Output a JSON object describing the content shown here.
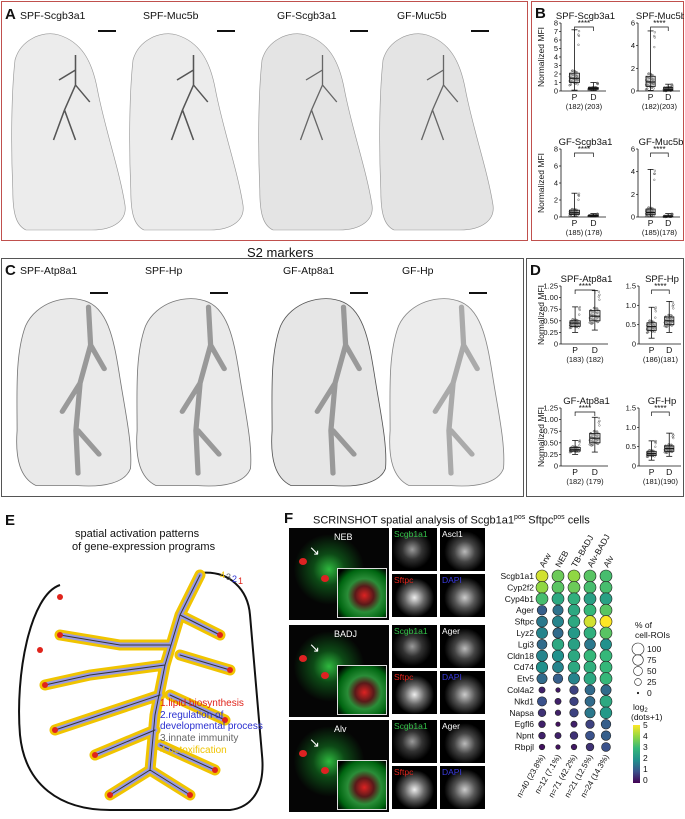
{
  "panelA": {
    "letter": "A",
    "labels": [
      "SPF-Scgb3a1",
      "SPF-Muc5b",
      "GF-Scgb3a1",
      "GF-Muc5b"
    ]
  },
  "panelB": {
    "letter": "B",
    "ylabel": "Normalized MFI",
    "sig": "****",
    "plots": [
      {
        "title": "SPF-Scgb3a1",
        "yticks": [
          "0",
          "1",
          "2",
          "3",
          "4",
          "5",
          "6",
          "7",
          "8"
        ],
        "ymax": 8,
        "cats": [
          "P",
          "D"
        ],
        "n": [
          "(182)",
          "(203)"
        ],
        "median": [
          1.5,
          0.3
        ],
        "q1": [
          1.0,
          0.2
        ],
        "q3": [
          2.1,
          0.4
        ],
        "whiskerLow": [
          0.1,
          0.05
        ],
        "whiskerHigh": [
          7.2,
          1.0
        ]
      },
      {
        "title": "SPF-Muc5b",
        "yticks": [
          "0",
          "2",
          "4",
          "6"
        ],
        "ymax": 6,
        "cats": [
          "P",
          "D"
        ],
        "n": [
          "(182)",
          "(203)"
        ],
        "median": [
          0.8,
          0.15
        ],
        "q1": [
          0.4,
          0.05
        ],
        "q3": [
          1.3,
          0.3
        ],
        "whiskerLow": [
          0.05,
          0.0
        ],
        "whiskerHigh": [
          5.3,
          0.6
        ]
      },
      {
        "title": "GF-Scgb3a1",
        "yticks": [
          "0",
          "2",
          "4",
          "6",
          "8"
        ],
        "ymax": 8,
        "cats": [
          "P",
          "D"
        ],
        "n": [
          "(185)",
          "(178)"
        ],
        "median": [
          0.5,
          0.15
        ],
        "q1": [
          0.3,
          0.1
        ],
        "q3": [
          0.8,
          0.2
        ],
        "whiskerLow": [
          0.05,
          0.02
        ],
        "whiskerHigh": [
          2.8,
          0.4
        ]
      },
      {
        "title": "GF-Muc5b",
        "yticks": [
          "0",
          "2",
          "4",
          "6"
        ],
        "ymax": 6,
        "cats": [
          "P",
          "D"
        ],
        "n": [
          "(185)",
          "(178)"
        ],
        "median": [
          0.4,
          0.05
        ],
        "q1": [
          0.2,
          0.02
        ],
        "q3": [
          0.7,
          0.1
        ],
        "whiskerLow": [
          0.02,
          0.0
        ],
        "whiskerHigh": [
          4.2,
          0.3
        ]
      }
    ]
  },
  "s2title": "S2 markers",
  "panelC": {
    "letter": "C",
    "labels": [
      "SPF-Atp8a1",
      "SPF-Hp",
      "GF-Atp8a1",
      "GF-Hp"
    ]
  },
  "panelD": {
    "letter": "D",
    "ylabel": "Normalized MFI",
    "sig": "****",
    "plots": [
      {
        "title": "SPF-Atp8a1",
        "yticks": [
          "0",
          "0.25",
          "0.50",
          "0.75",
          "1.00",
          "1.25"
        ],
        "ymax": 1.25,
        "cats": [
          "P",
          "D"
        ],
        "n": [
          "(183)",
          "(182)"
        ],
        "median": [
          0.45,
          0.6
        ],
        "q1": [
          0.38,
          0.5
        ],
        "q3": [
          0.5,
          0.72
        ],
        "whiskerLow": [
          0.25,
          0.3
        ],
        "whiskerHigh": [
          0.8,
          1.15
        ]
      },
      {
        "title": "SPF-Hp",
        "yticks": [
          "0",
          "0.5",
          "1.0",
          "1.5"
        ],
        "ymax": 1.5,
        "cats": [
          "P",
          "D"
        ],
        "n": [
          "(186)",
          "(181)"
        ],
        "median": [
          0.45,
          0.6
        ],
        "q1": [
          0.35,
          0.5
        ],
        "q3": [
          0.55,
          0.7
        ],
        "whiskerLow": [
          0.15,
          0.3
        ],
        "whiskerHigh": [
          0.95,
          1.1
        ]
      },
      {
        "title": "GF-Atp8a1",
        "yticks": [
          "0",
          "0.25",
          "0.50",
          "0.75",
          "1.00",
          "1.25"
        ],
        "ymax": 1.25,
        "cats": [
          "P",
          "D"
        ],
        "n": [
          "(182)",
          "(179)"
        ],
        "median": [
          0.35,
          0.6
        ],
        "q1": [
          0.32,
          0.5
        ],
        "q3": [
          0.4,
          0.7
        ],
        "whiskerLow": [
          0.25,
          0.3
        ],
        "whiskerHigh": [
          0.55,
          1.05
        ]
      },
      {
        "title": "GF-Hp",
        "yticks": [
          "0",
          "0.5",
          "1.0",
          "1.5"
        ],
        "ymax": 1.5,
        "cats": [
          "P",
          "D"
        ],
        "n": [
          "(181)",
          "(190)"
        ],
        "median": [
          0.32,
          0.45
        ],
        "q1": [
          0.27,
          0.38
        ],
        "q3": [
          0.38,
          0.52
        ],
        "whiskerLow": [
          0.15,
          0.25
        ],
        "whiskerHigh": [
          0.65,
          0.85
        ]
      }
    ]
  },
  "panelE": {
    "letter": "E",
    "title1": "spatial activation patterns",
    "title2": "of gene-expression programs",
    "numbers": [
      "4",
      "3",
      "2",
      "1"
    ],
    "legend": [
      {
        "text": "1.lipid biosynthesis",
        "color": "#e0241b"
      },
      {
        "text": "2.regulation of",
        "color": "#2a2fd0"
      },
      {
        "text": "developmental process",
        "color": "#2a2fd0"
      },
      {
        "text": "3.innate immunity",
        "color": "#666666"
      },
      {
        "text": "4.detoxification",
        "color": "#f0c400"
      }
    ]
  },
  "panelF": {
    "letter": "F",
    "title": "SCRINSHOT spatial analysis of Scgb1a1",
    "pos": "pos",
    "titleMid": " Sftpc",
    "titleEnd": " cells",
    "rows": [
      {
        "region": "NEB",
        "c1": "Scgb1a1",
        "c2": "Ascl1",
        "c3": "Sftpc",
        "c4": "DAPI"
      },
      {
        "region": "BADJ",
        "c1": "Scgb1a1",
        "c2": "Ager",
        "c3": "Sftpc",
        "c4": "DAPI"
      },
      {
        "region": "Alv",
        "c1": "Scgb1a1",
        "c2": "Ager",
        "c3": "Sftpc",
        "c4": "DAPI"
      }
    ],
    "dot": {
      "columns": [
        "Arw",
        "NEB",
        "TB-BADJ",
        "Alv-BADJ",
        "Alv"
      ],
      "genes": [
        "Scgb1a1",
        "Cyp2f2",
        "Cyp4b1",
        "Ager",
        "Sftpc",
        "Lyz2",
        "Lgi3",
        "Cldn18",
        "Cd74",
        "Etv5",
        "Col4a2",
        "Nkd1",
        "Napsa",
        "Egfl6",
        "Npnt",
        "Rbpjl"
      ],
      "counts": [
        "n=40 (23.8%)",
        "n=12 (7.1%)",
        "n=71 (42.2%)",
        "n=21 (12.5%)",
        "n=24 (14.3%)"
      ],
      "sizeLegendTitle1": "% of",
      "sizeLegendTitle2": "cell-ROIs",
      "sizeLegend": [
        "100",
        "75",
        "50",
        "25",
        "0"
      ],
      "colorLegendTitle1": "log",
      "colorLegendSub": "2",
      "colorLegendTitle2": "(dots+1)",
      "colorLegend": [
        "5",
        "4",
        "3",
        "2",
        "1",
        "0"
      ],
      "values": [
        [
          4.6,
          3.6,
          4.0,
          3.4,
          3.2
        ],
        [
          4.0,
          3.4,
          3.6,
          3.2,
          3.2
        ],
        [
          3.2,
          2.6,
          2.8,
          2.4,
          2.4
        ],
        [
          1.2,
          1.5,
          2.6,
          3.0,
          3.4
        ],
        [
          1.6,
          1.8,
          2.6,
          4.6,
          5.0
        ],
        [
          1.8,
          1.4,
          2.2,
          2.8,
          3.4
        ],
        [
          1.4,
          2.6,
          2.4,
          1.6,
          2.0
        ],
        [
          1.8,
          2.0,
          2.6,
          3.0,
          3.0
        ],
        [
          2.0,
          1.8,
          2.6,
          2.8,
          3.0
        ],
        [
          1.4,
          1.2,
          1.8,
          2.6,
          3.0
        ],
        [
          0.4,
          0.3,
          0.8,
          1.4,
          1.4
        ],
        [
          1.0,
          0.4,
          0.8,
          1.4,
          2.6
        ],
        [
          0.6,
          0.4,
          0.8,
          1.6,
          2.2
        ],
        [
          0.4,
          0.2,
          0.4,
          0.8,
          1.2
        ],
        [
          0.4,
          0.4,
          0.6,
          1.0,
          1.2
        ],
        [
          0.2,
          0.2,
          0.3,
          0.6,
          1.0
        ]
      ],
      "pct": [
        [
          100,
          100,
          100,
          100,
          100
        ],
        [
          100,
          100,
          100,
          100,
          100
        ],
        [
          100,
          100,
          100,
          100,
          100
        ],
        [
          60,
          70,
          95,
          100,
          100
        ],
        [
          80,
          85,
          95,
          100,
          100
        ],
        [
          85,
          70,
          95,
          100,
          100
        ],
        [
          65,
          95,
          95,
          80,
          85
        ],
        [
          85,
          90,
          95,
          100,
          100
        ],
        [
          90,
          80,
          95,
          100,
          100
        ],
        [
          70,
          60,
          85,
          100,
          100
        ],
        [
          20,
          8,
          45,
          65,
          70
        ],
        [
          55,
          20,
          45,
          65,
          100
        ],
        [
          35,
          15,
          45,
          70,
          95
        ],
        [
          25,
          8,
          20,
          45,
          60
        ],
        [
          25,
          20,
          35,
          50,
          60
        ],
        [
          15,
          8,
          15,
          35,
          50
        ]
      ]
    }
  }
}
